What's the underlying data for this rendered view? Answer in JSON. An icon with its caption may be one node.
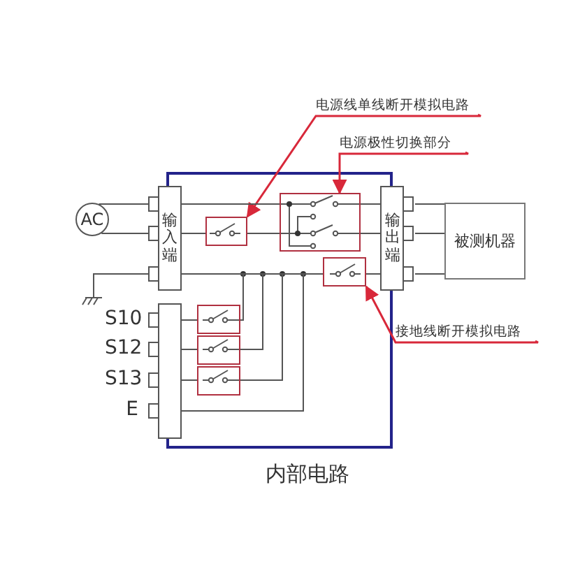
{
  "diagram": {
    "caption": "内部电路",
    "nodes": [
      {
        "text": [
          "AC"
        ]
      },
      {
        "text": [
          "输入端"
        ]
      },
      {
        "text": [],
        "shape": "bar",
        "beside": [
          "S10",
          "S12",
          "S13",
          "E"
        ]
      },
      {
        "text": [
          "输出端"
        ]
      },
      {
        "text": [
          "被测机器"
        ]
      },
      {
        "text": [
          "电源线单线断开模拟电路"
        ]
      },
      {
        "text": [
          "电源极性切换部分"
        ]
      },
      {
        "text": [
          "接地线断开模拟电路"
        ]
      },
      {
        "text": [],
        "shape": "box"
      },
      {
        "text": [],
        "shape": "box"
      },
      {
        "text": [],
        "shape": "box"
      },
      {
        "text": [],
        "shape": "box"
      },
      {
        "text": [],
        "shape": "box"
      },
      {
        "text": [],
        "shape": "box"
      }
    ],
    "edges": [
      {
        "from": 5,
        "to": 8,
        "arrow": "to",
        "color": "#d8283a"
      },
      {
        "from": 6,
        "to": 9,
        "arrow": "to",
        "color": "#d8283a"
      },
      {
        "from": 7,
        "to": 10,
        "arrow": "to",
        "color": "#d8283a"
      },
      {
        "from": 0,
        "to": 1,
        "arrow": "none"
      },
      {
        "from": 0,
        "to": 1,
        "arrow": "none"
      },
      {
        "from": 3,
        "to": 4,
        "arrow": "none"
      },
      {
        "from": 3,
        "to": 4,
        "arrow": "none"
      },
      {
        "from": 3,
        "to": 4,
        "arrow": "none"
      },
      {
        "from": 1,
        "to": 9,
        "arrow": "none"
      },
      {
        "from": 9,
        "to": 3,
        "arrow": "none"
      },
      {
        "from": 1,
        "to": 8,
        "arrow": "none"
      },
      {
        "from": 8,
        "to": 9,
        "arrow": "none"
      },
      {
        "from": 9,
        "to": 3,
        "arrow": "none"
      },
      {
        "from": 1,
        "to": 10,
        "arrow": "none"
      },
      {
        "from": 10,
        "to": 3,
        "arrow": "none"
      },
      {
        "from": 2,
        "to": 11,
        "arrow": "none"
      },
      {
        "from": 2,
        "to": 12,
        "arrow": "none"
      },
      {
        "from": 2,
        "to": 13,
        "arrow": "none"
      },
      {
        "from": 11,
        "to": 1,
        "arrow": "none"
      },
      {
        "from": 12,
        "to": 1,
        "arrow": "none"
      },
      {
        "from": 13,
        "to": 1,
        "arrow": "none"
      },
      {
        "from": 2,
        "to": 1,
        "arrow": "none"
      }
    ]
  }
}
